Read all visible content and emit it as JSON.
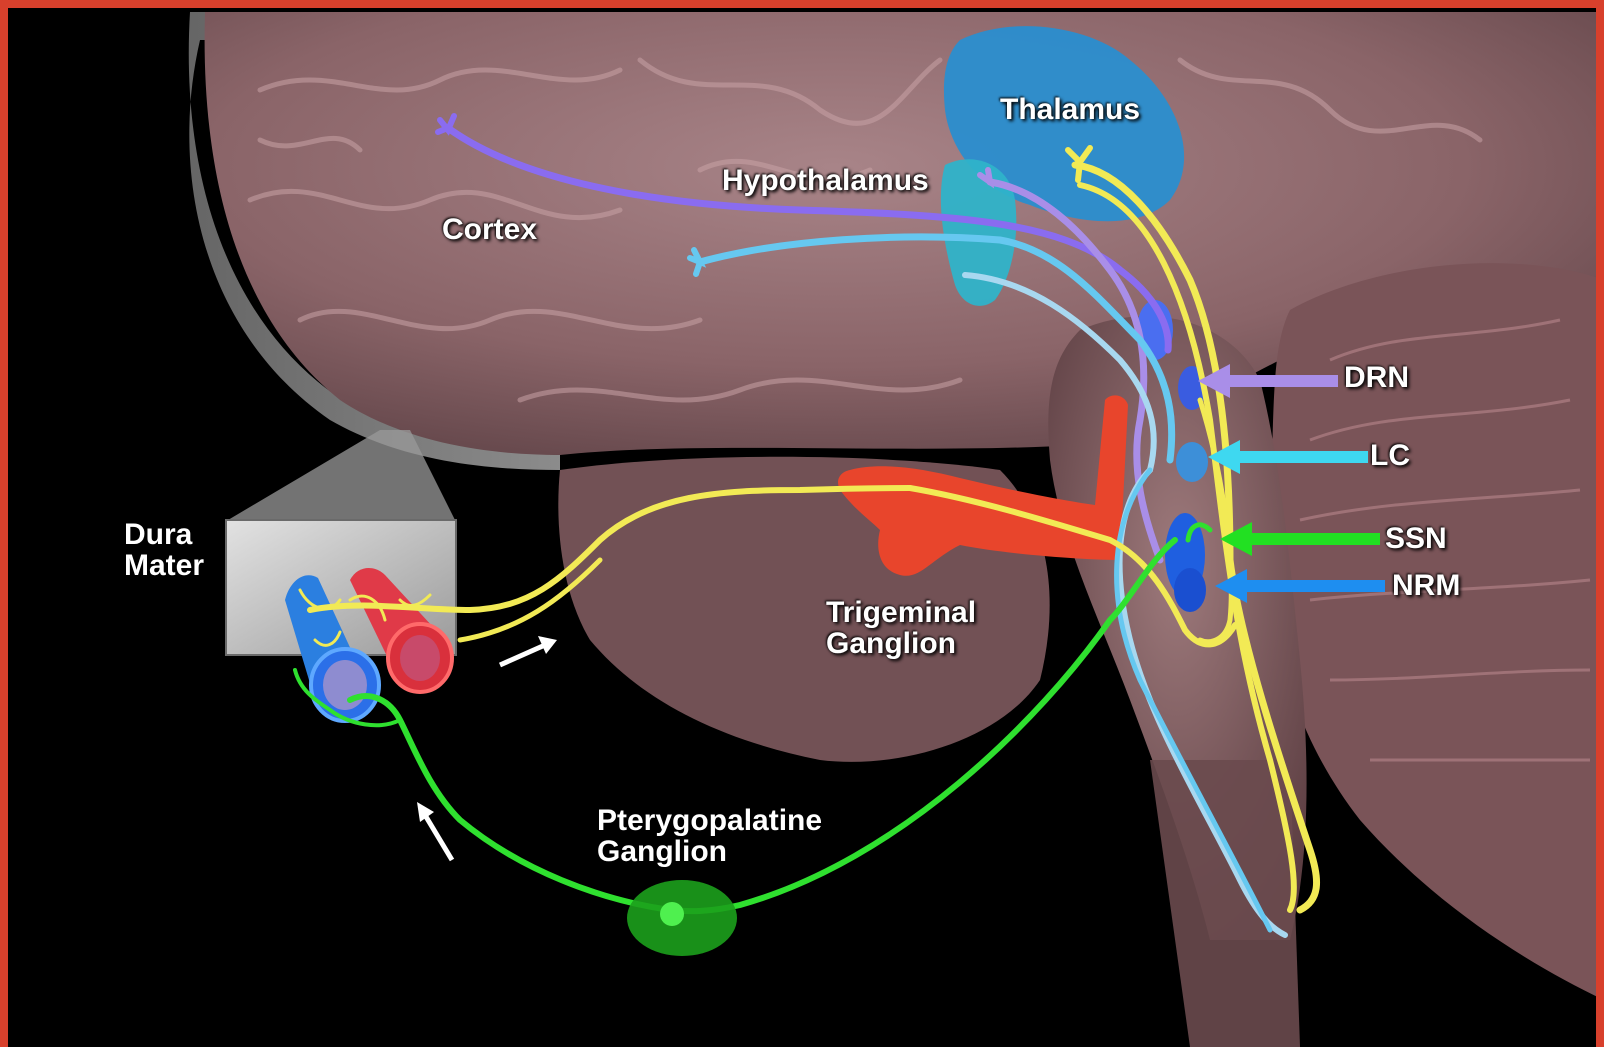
{
  "labels": {
    "thalamus": "Thalamus",
    "hypothalamus": "Hypothalamus",
    "cortex": "Cortex",
    "drn": "DRN",
    "lc": "LC",
    "ssn": "SSN",
    "nrm": "NRM",
    "dura_line1": "Dura",
    "dura_line2": "Mater",
    "trigeminal_line1": "Trigeminal",
    "trigeminal_line2": "Ganglion",
    "pterygopalatine_line1": "Pterygopalatine",
    "pterygopalatine_line2": "Ganglion"
  },
  "colors": {
    "frame": "#d8402c",
    "background": "#000000",
    "brain": "#8a6468",
    "skull": "#b8b8b8",
    "thalamus": "#2a8ecf",
    "hypothalamus": "#2fb3c9",
    "trigeminal": "#e8452c",
    "yellow_pathway": "#f2ea55",
    "green_pathway": "#2fe02f",
    "drn_arrow": "#a98ee8",
    "lc_arrow": "#3ed8f0",
    "ssn_arrow": "#22e022",
    "nrm_arrow": "#1e8ef0",
    "cortex_pathway": "#8a6cf0",
    "blue_pathway": "#66c8f0"
  },
  "icons": {
    "direction_arrow_afferent": "white-arrow-icon",
    "direction_arrow_efferent": "white-arrow-icon"
  }
}
